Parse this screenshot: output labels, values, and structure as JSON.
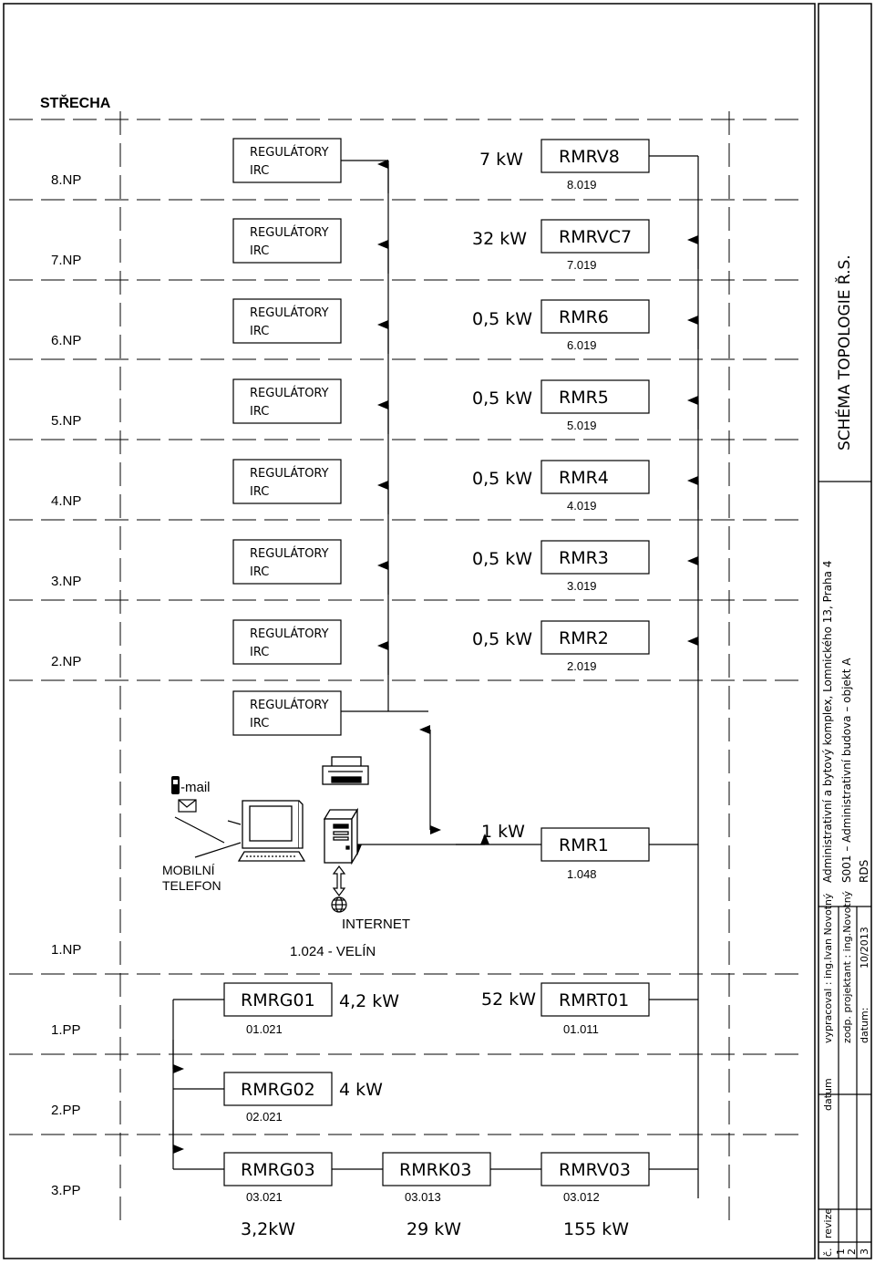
{
  "roof_label": "STŘECHA",
  "floors": [
    "8.NP",
    "7.NP",
    "6.NP",
    "5.NP",
    "4.NP",
    "3.NP",
    "2.NP",
    "1.NP",
    "1.PP",
    "2.PP",
    "3.PP"
  ],
  "regulator_line1": "REGULÁTORY",
  "regulator_line2": "IRC",
  "floor_power": [
    "7 kW",
    "32 kW",
    "0,5 kW",
    "0,5 kW",
    "0,5 kW",
    "0,5 kW",
    "0,5 kW"
  ],
  "floor_devices": [
    {
      "name": "RMRV8",
      "room": "8.019"
    },
    {
      "name": "RMRVC7",
      "room": "7.019"
    },
    {
      "name": "RMR6",
      "room": "6.019"
    },
    {
      "name": "RMR5",
      "room": "5.019"
    },
    {
      "name": "RMR4",
      "room": "4.019"
    },
    {
      "name": "RMR3",
      "room": "3.019"
    },
    {
      "name": "RMR2",
      "room": "2.019"
    }
  ],
  "rmr1": {
    "name": "RMR1",
    "room": "1.048",
    "power": "1 kW"
  },
  "email_label": "-mail",
  "mobile_line1": "MOBILNÍ",
  "mobile_line2": "TELEFON",
  "internet_label": "INTERNET",
  "control_room": "1.024 - VELÍN",
  "basement": {
    "rmrg01": {
      "name": "RMRG01",
      "room": "01.021",
      "power": "4,2 kW"
    },
    "rmrt01": {
      "name": "RMRT01",
      "room": "01.011",
      "power": "52 kW"
    },
    "rmrg02": {
      "name": "RMRG02",
      "room": "02.021",
      "power": "4 kW"
    },
    "rmrg03": {
      "name": "RMRG03",
      "room": "03.021",
      "power": "3,2kW"
    },
    "rmrk03": {
      "name": "RMRK03",
      "room": "03.013",
      "power": "29 kW"
    },
    "rmrv03": {
      "name": "RMRV03",
      "room": "03.012",
      "power": "155 kW"
    }
  },
  "title_block": {
    "sheet_title": "SCHÉMA TOPOLOGIE Ř.S.",
    "project": "Administrativní a bytový komplex, Lomnického 13, Praha 4",
    "part": "S001 – Administrativní budova – objekt A",
    "stage": "RDS",
    "prepared_by": "vypracoval : ing.Ivan Novotný",
    "responsible": "zodp. projektant : ing.Novotný",
    "date_label": "datum:",
    "date_value": "10/2013",
    "col_revision": "revize",
    "col_date": "datum",
    "col_no": "č.",
    "rev_numbers": [
      "1",
      "2",
      "3"
    ]
  }
}
